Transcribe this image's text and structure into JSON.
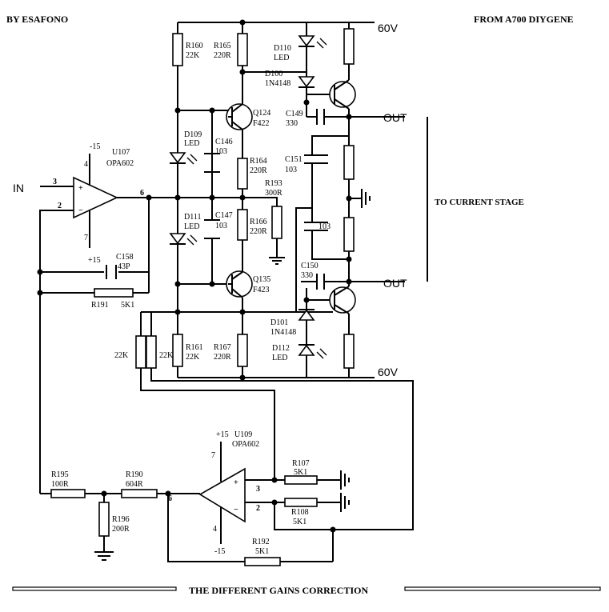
{
  "header": {
    "author": "BY ESAFONO",
    "source": "FROM A700 DIYGENE"
  },
  "caption": "THE DIFFERENT GAINS CORRECTION",
  "rails": {
    "top": "60V",
    "bottom": "60V"
  },
  "ports": {
    "in": "IN",
    "out_top": "OUT",
    "out_bottom": "OUT",
    "current_stage": "TO CURRENT STAGE"
  },
  "opamps": [
    {
      "ref": "U107",
      "type": "OPA602",
      "pin_noninv": "3",
      "pin_inv": "2",
      "pin_out": "6",
      "pin_vneg": "4",
      "pin_vpos": "7",
      "vneg": "-15",
      "vpos": "+15"
    },
    {
      "ref": "U109",
      "type": "OPA602",
      "pin_noninv": "3",
      "pin_inv": "2",
      "pin_out": "6",
      "pin_vpos": "7",
      "pin_vneg": "4",
      "vpos": "+15",
      "vneg": "-15"
    }
  ],
  "resistors": {
    "R160": {
      "ref": "R160",
      "value": "22K"
    },
    "R165": {
      "ref": "R165",
      "value": "220R"
    },
    "R164": {
      "ref": "R164",
      "value": "220R"
    },
    "R193": {
      "ref": "R193",
      "value": "300R"
    },
    "R166": {
      "ref": "R166",
      "value": "220R"
    },
    "R161": {
      "ref": "R161",
      "value": "22K"
    },
    "R167": {
      "ref": "R167",
      "value": "220R"
    },
    "R191": {
      "ref": "R191",
      "value": "5K1"
    },
    "R195": {
      "ref": "R195",
      "value": "100R"
    },
    "R190": {
      "ref": "R190",
      "value": "604R"
    },
    "R196": {
      "ref": "R196",
      "value": "200R"
    },
    "R107": {
      "ref": "R107",
      "value": "5K1"
    },
    "R108": {
      "ref": "R108",
      "value": "5K1"
    },
    "R192": {
      "ref": "R192",
      "value": "5K1"
    },
    "RA": {
      "value": "22K"
    },
    "RB": {
      "value": "22K"
    }
  },
  "capacitors": {
    "C146": {
      "ref": "C146",
      "value": "103"
    },
    "C147": {
      "ref": "C147",
      "value": "103"
    },
    "C149": {
      "ref": "C149",
      "value": "330"
    },
    "C151": {
      "ref": "C151",
      "value": "103"
    },
    "C103": {
      "value": "103"
    },
    "C150": {
      "ref": "C150",
      "value": "330"
    },
    "C158": {
      "ref": "C158",
      "value": "43P"
    }
  },
  "diodes": {
    "D110": {
      "ref": "D110",
      "type": "LED"
    },
    "D100": {
      "ref": "D100",
      "type": "1N4148"
    },
    "D109": {
      "ref": "D109",
      "type": "LED"
    },
    "D111": {
      "ref": "D111",
      "type": "LED"
    },
    "D101": {
      "ref": "D101",
      "type": "1N4148"
    },
    "D112": {
      "ref": "D112",
      "type": "LED"
    }
  },
  "transistors": {
    "Q124": {
      "ref": "Q124",
      "type": "F422"
    },
    "Q135": {
      "ref": "Q135",
      "type": "F423"
    }
  }
}
